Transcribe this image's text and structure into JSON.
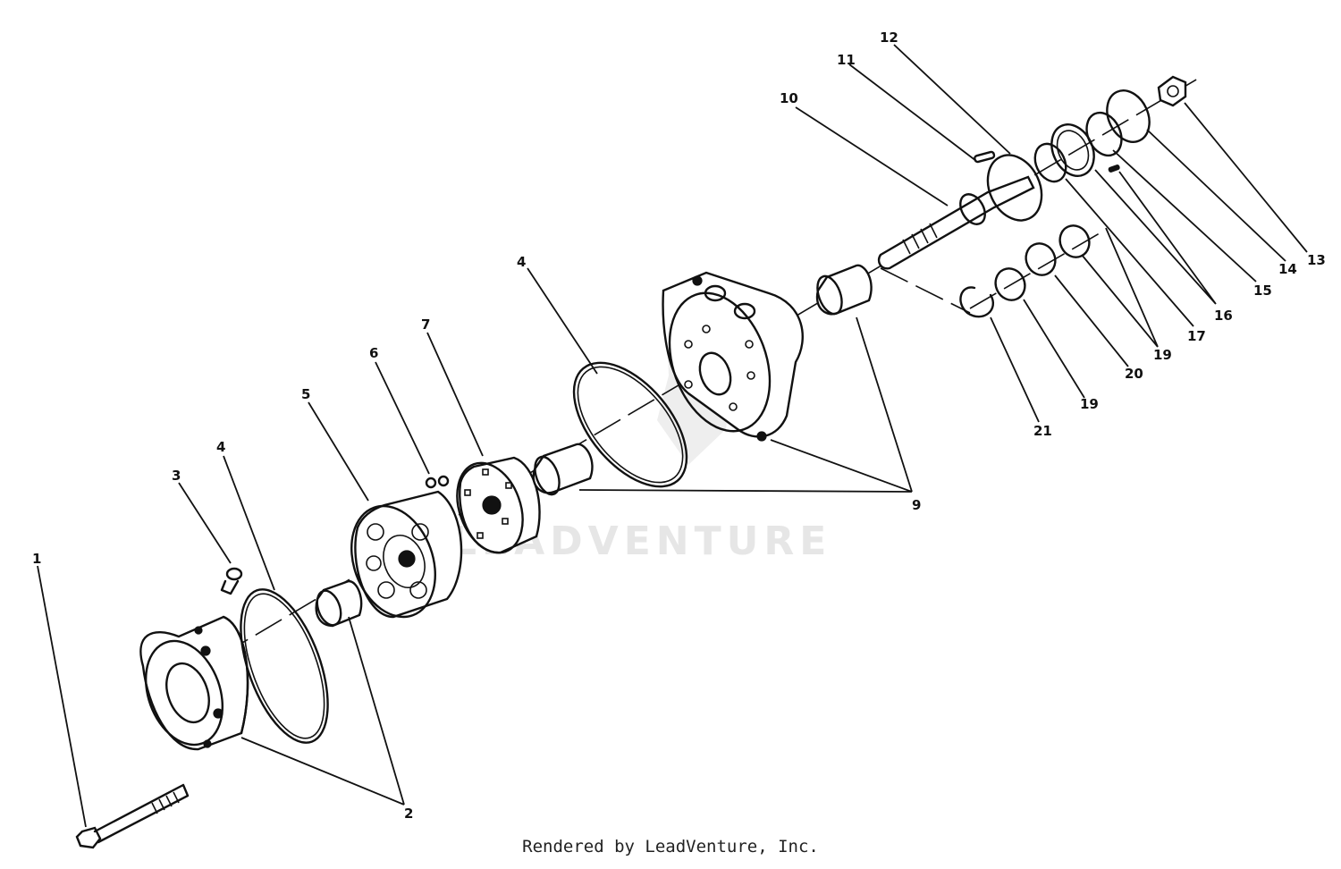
{
  "diagram": {
    "callouts": [
      "1",
      "2",
      "3",
      "4",
      "4",
      "5",
      "6",
      "7",
      "9",
      "10",
      "11",
      "12",
      "13",
      "14",
      "15",
      "16",
      "17",
      "19",
      "19",
      "20",
      "21"
    ],
    "watermark": "LEADVENTURE"
  },
  "footer": {
    "text": "Rendered by LeadVenture, Inc."
  }
}
